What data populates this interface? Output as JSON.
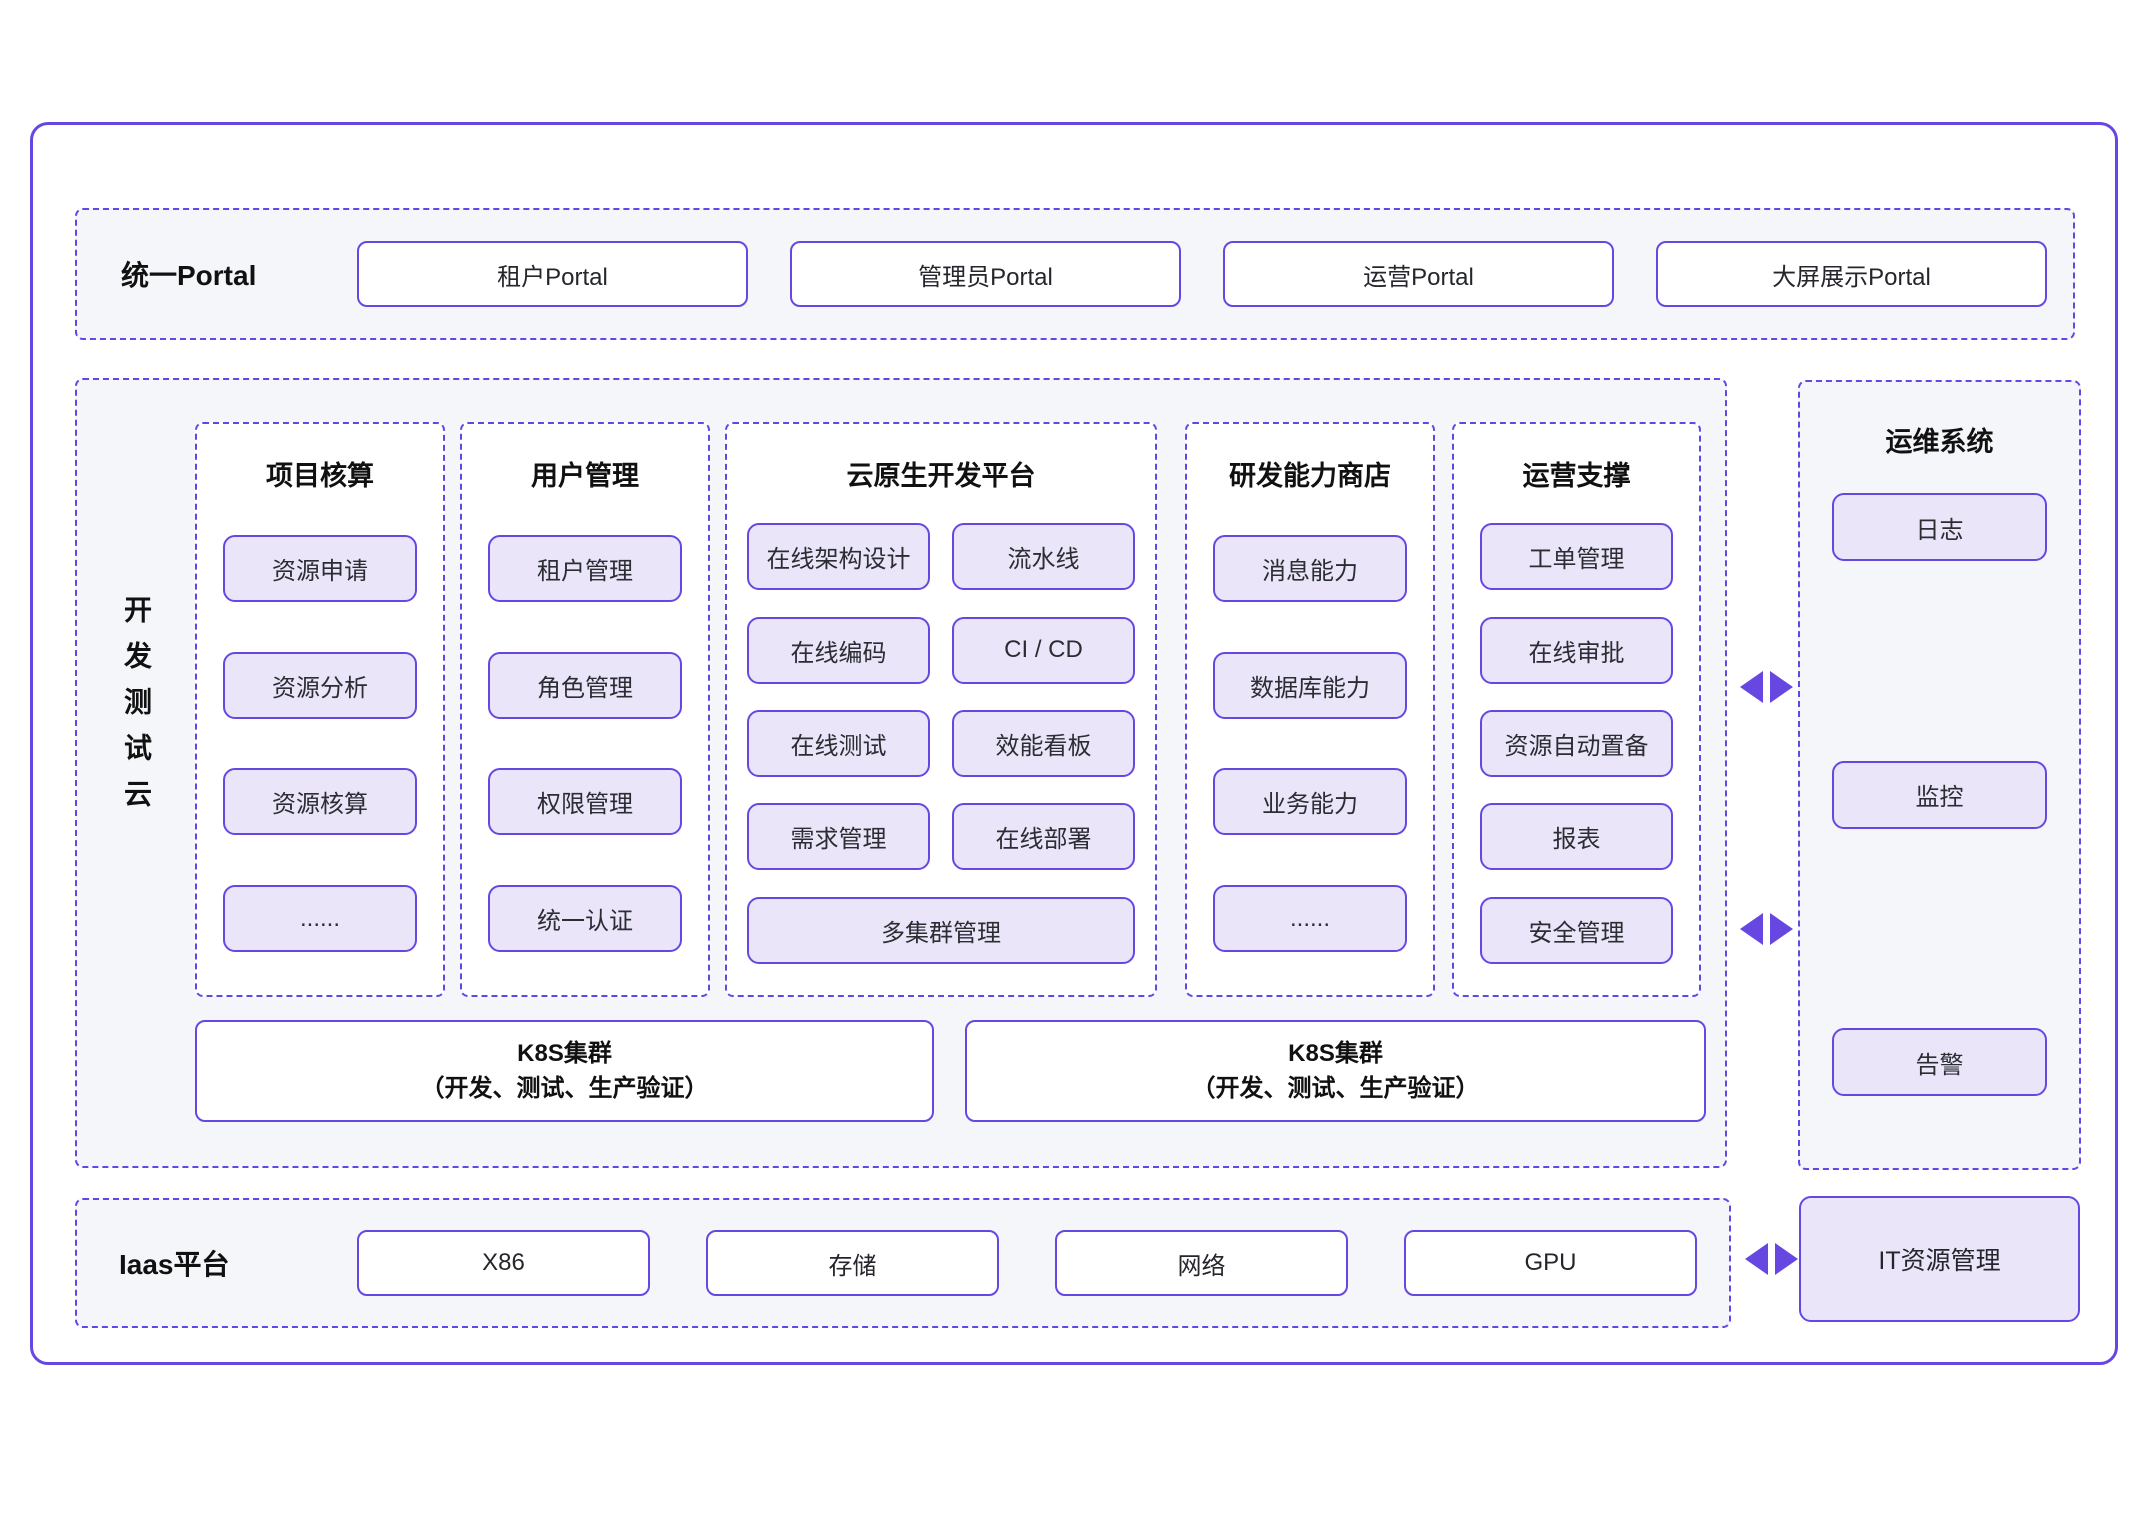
{
  "colors": {
    "accent_purple": "#6747E2",
    "section_bg": "#f5f6f9",
    "chip_bg": "#EAE5F9",
    "box_bg": "#ffffff"
  },
  "portal_section": {
    "label": "统一Portal",
    "items": [
      "租户Portal",
      "管理员Portal",
      "运营Portal",
      "大屏展示Portal"
    ]
  },
  "dev_cloud": {
    "label": "开发测试云",
    "columns": [
      {
        "title": "项目核算",
        "items": [
          "资源申请",
          "资源分析",
          "资源核算",
          "......"
        ]
      },
      {
        "title": "用户管理",
        "items": [
          "租户管理",
          "角色管理",
          "权限管理",
          "统一认证"
        ]
      },
      {
        "title": "云原生开发平台",
        "grid": [
          "在线架构设计",
          "流水线",
          "在线编码",
          "CI / CD",
          "在线测试",
          "效能看板",
          "需求管理",
          "在线部署"
        ],
        "wide_item": "多集群管理"
      },
      {
        "title": "研发能力商店",
        "items": [
          "消息能力",
          "数据库能力",
          "业务能力",
          "......"
        ]
      },
      {
        "title": "运营支撑",
        "items": [
          "工单管理",
          "在线审批",
          "资源自动置备",
          "报表",
          "安全管理"
        ]
      }
    ],
    "k8s_clusters": [
      {
        "line1": "K8S集群",
        "line2": "（开发、测试、生产验证）"
      },
      {
        "line1": "K8S集群",
        "line2": "（开发、测试、生产验证）"
      }
    ]
  },
  "ops_section": {
    "title": "运维系统",
    "items": [
      "日志",
      "监控",
      "告警"
    ]
  },
  "iaas_section": {
    "label": "Iaas平台",
    "items": [
      "X86",
      "存储",
      "网络",
      "GPU"
    ],
    "it_resource": "IT资源管理"
  }
}
